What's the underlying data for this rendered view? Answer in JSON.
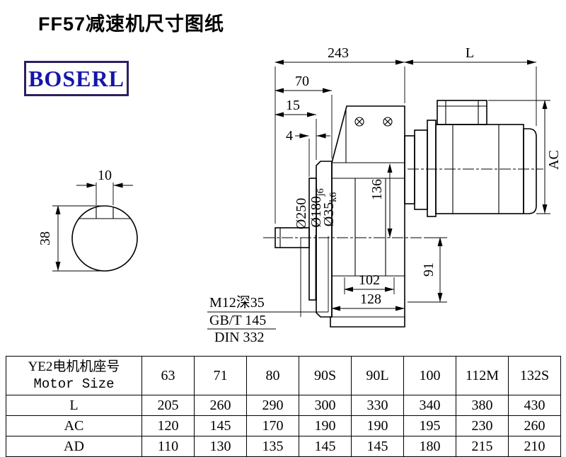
{
  "page": {
    "title": "FF57减速机尺寸图纸",
    "logo_text": "BOSERL"
  },
  "drawing": {
    "shaft_view": {
      "keyway_width": "10",
      "shaft_diameter": "38"
    },
    "top_dims": {
      "gearbox_length": "243",
      "motor_length": "L",
      "shaft_length": "70",
      "dim_15": "15",
      "dim_4": "4"
    },
    "flange_labels": {
      "flange_od": "Ø250",
      "spigot_main": "Ø180",
      "spigot_tol": "j6",
      "shaft_main": "Ø35",
      "shaft_tol": "k6"
    },
    "body_dims": {
      "center_height": "136",
      "base_height": "91",
      "inner_width": "102",
      "outer_width": "128",
      "motor_height": "AC"
    },
    "notes": [
      "M12深35",
      "GB/T 145",
      "DIN 332"
    ]
  },
  "table": {
    "header_cn": "YE2电机机座号",
    "header_en": "Motor Size",
    "sizes": [
      "63",
      "71",
      "80",
      "90S",
      "90L",
      "100",
      "112M",
      "132S"
    ],
    "rows": [
      {
        "label": "L",
        "values": [
          "205",
          "260",
          "290",
          "300",
          "330",
          "340",
          "380",
          "430"
        ]
      },
      {
        "label": "AC",
        "values": [
          "120",
          "145",
          "170",
          "190",
          "190",
          "195",
          "230",
          "260"
        ]
      },
      {
        "label": "AD",
        "values": [
          "110",
          "130",
          "135",
          "145",
          "145",
          "180",
          "215",
          "210"
        ]
      }
    ]
  }
}
